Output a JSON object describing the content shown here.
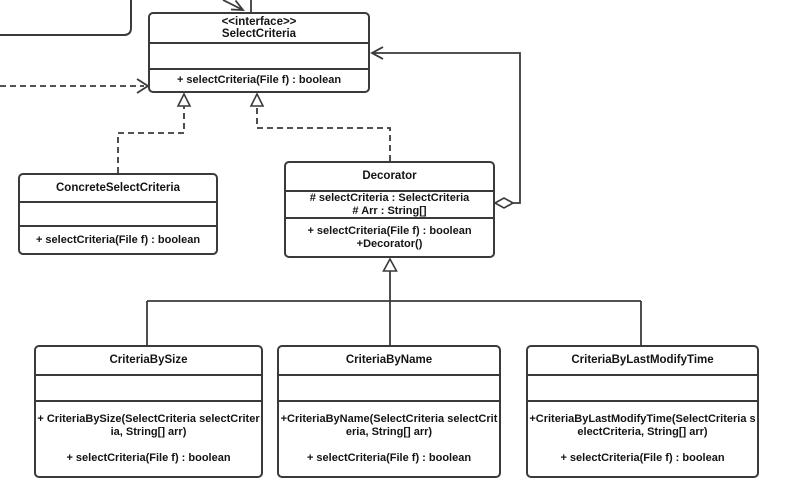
{
  "diagram_title": "Decorator pattern UML class diagram (file select criteria)",
  "colors": {
    "background": "#ffffff",
    "line": "#3a3a3a",
    "text": "#141414",
    "box_fill": "#ffffff"
  },
  "classes": {
    "selectCriteria": {
      "stereotype": "<<interface>>",
      "name": "SelectCriteria",
      "attributes": [],
      "methods": [
        "+ selectCriteria(File f) : boolean"
      ]
    },
    "concreteSelectCriteria": {
      "name": "ConcreteSelectCriteria",
      "attributes": [],
      "methods": [
        "+ selectCriteria(File f) : boolean"
      ]
    },
    "decorator": {
      "name": "Decorator",
      "attributes": [
        "# selectCriteria  : SelectCriteria",
        "# Arr  : String[]"
      ],
      "methods": [
        "+ selectCriteria(File f) : boolean",
        "+Decorator()"
      ]
    },
    "criteriaBySize": {
      "name": "CriteriaBySize",
      "attributes": [],
      "methods": [
        "+ CriteriaBySize(SelectCriteria selectCriteria, String[] arr)",
        "+ selectCriteria(File f) : boolean"
      ]
    },
    "criteriaByName": {
      "name": "CriteriaByName",
      "attributes": [],
      "methods": [
        "+CriteriaByName(SelectCriteria selectCriteria, String[] arr)",
        "+ selectCriteria(File f) : boolean"
      ]
    },
    "criteriaByLastModifyTime": {
      "name": "CriteriaByLastModifyTime",
      "attributes": [],
      "methods": [
        "+CriteriaByLastModifyTime(SelectCriteria selectCriteria, String[] arr)",
        "+ selectCriteria(File f) : boolean"
      ]
    }
  },
  "relationships": [
    {
      "type": "realization",
      "from": "ConcreteSelectCriteria",
      "to": "SelectCriteria",
      "style": "dashed, hollow triangle"
    },
    {
      "type": "realization",
      "from": "Decorator",
      "to": "SelectCriteria",
      "style": "dashed, hollow triangle"
    },
    {
      "type": "aggregation",
      "from": "Decorator",
      "to": "SelectCriteria",
      "style": "solid, hollow diamond at Decorator, open arrow at SelectCriteria"
    },
    {
      "type": "generalization",
      "from": "CriteriaBySize",
      "to": "Decorator",
      "style": "solid, hollow triangle"
    },
    {
      "type": "generalization",
      "from": "CriteriaByName",
      "to": "Decorator",
      "style": "solid, hollow triangle"
    },
    {
      "type": "generalization",
      "from": "CriteriaByLastModifyTime",
      "to": "Decorator",
      "style": "solid, hollow triangle"
    },
    {
      "type": "dependency",
      "from": "off-screen-left",
      "to": "SelectCriteria",
      "style": "dashed, open arrow"
    },
    {
      "type": "connector",
      "from": "off-screen-top",
      "to": "SelectCriteria",
      "style": "solid, open arrow into top edge"
    }
  ]
}
